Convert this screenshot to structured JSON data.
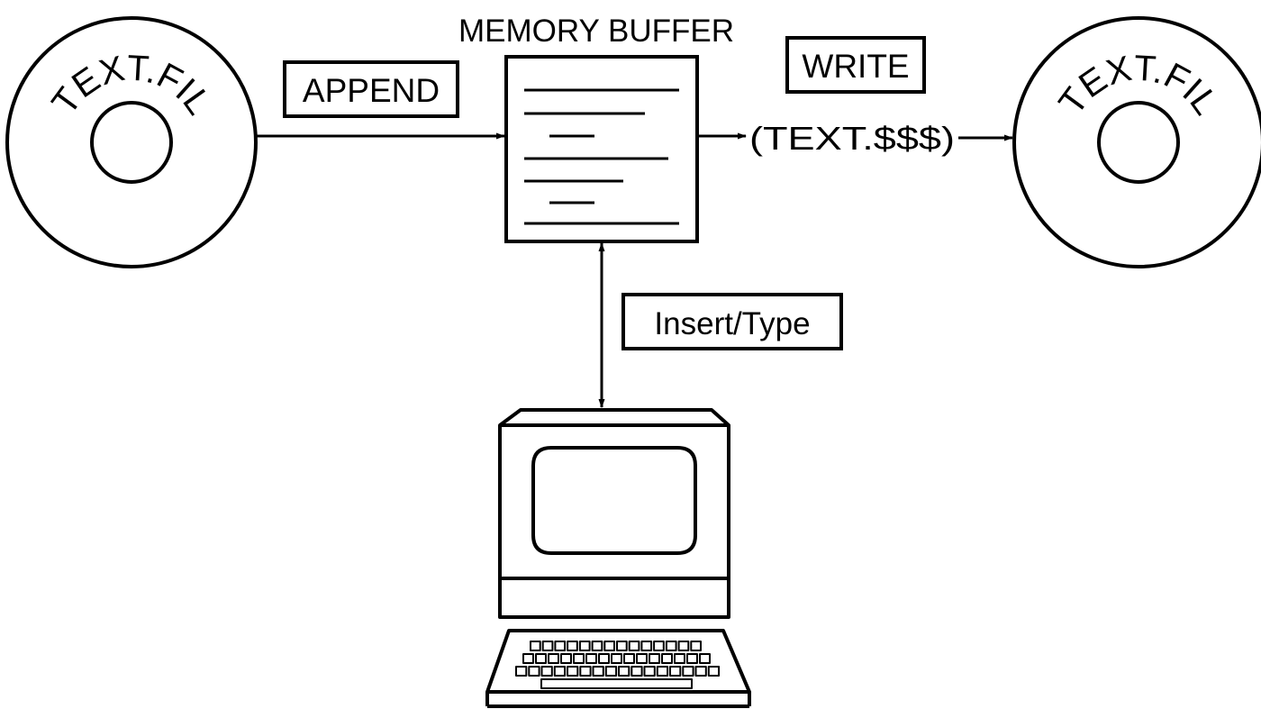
{
  "buffer_title": "MEMORY BUFFER",
  "source_disk": {
    "label": "TEXT.FIL"
  },
  "dest_disk": {
    "label": "TEXT.FIL"
  },
  "append_label": "APPEND",
  "write_label": "WRITE",
  "temp_file_label": "(TEXT.$$$)",
  "insert_label": "Insert/Type",
  "terminal": {
    "icon": "computer-terminal-icon"
  },
  "colors": {
    "ink": "#000000",
    "paper": "#ffffff"
  }
}
